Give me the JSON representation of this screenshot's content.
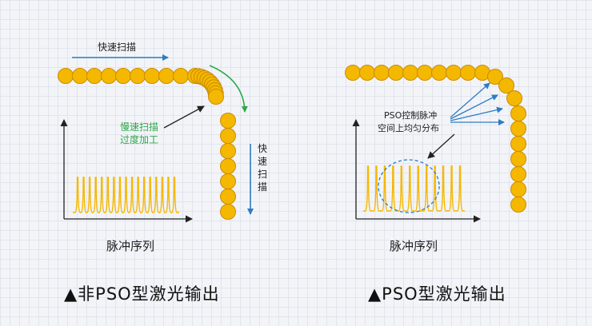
{
  "left": {
    "fast_scan_top": "快速扫描",
    "slow_scan_line1": "慢速扫描",
    "slow_scan_line2": "过度加工",
    "fast_scan_vertical": [
      "快",
      "速",
      "扫",
      "描"
    ],
    "pulse_label": "脉冲序列",
    "caption": "▲非PSO型激光输出"
  },
  "right": {
    "pso_line1": "PSO控制脉冲",
    "pso_line2": "空间上均匀分布",
    "pulse_label": "脉冲序列",
    "caption": "▲PSO型激光输出"
  },
  "colors": {
    "bead_fill": "#f5b800",
    "bead_stroke": "#c98c00",
    "pulse": "#f5b800",
    "arrow_blue": "#2b7cc4",
    "arrow_green": "#2eaa4a",
    "slow_text": "#2eaa4a",
    "ellipse": "#2b7cc4"
  }
}
